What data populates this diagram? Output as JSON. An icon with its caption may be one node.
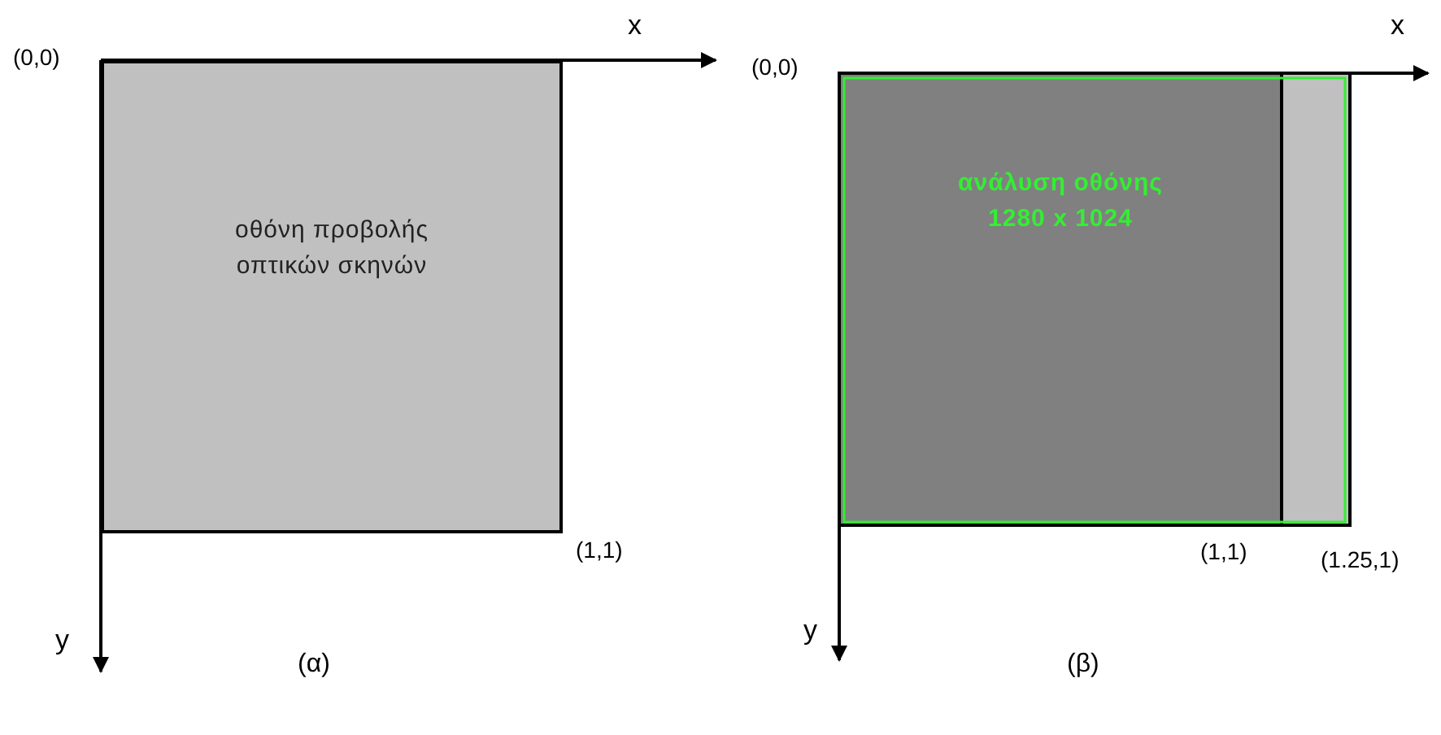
{
  "diagram": {
    "nodes": [
      {
        "text": [
          "οθόνη προβολής οπτικών σκηνών"
        ]
      },
      {
        "text": [
          "ανάλυση οθόνης 1280 x 1024"
        ]
      },
      {
        "text": [],
        "shape": "box"
      }
    ],
    "labels": [
      "(0,0)",
      "x",
      "(1,1)",
      "y",
      "(α)",
      "(0,0)",
      "x",
      "(1,1)",
      "(1.25,1)",
      "y",
      "(β)"
    ]
  }
}
